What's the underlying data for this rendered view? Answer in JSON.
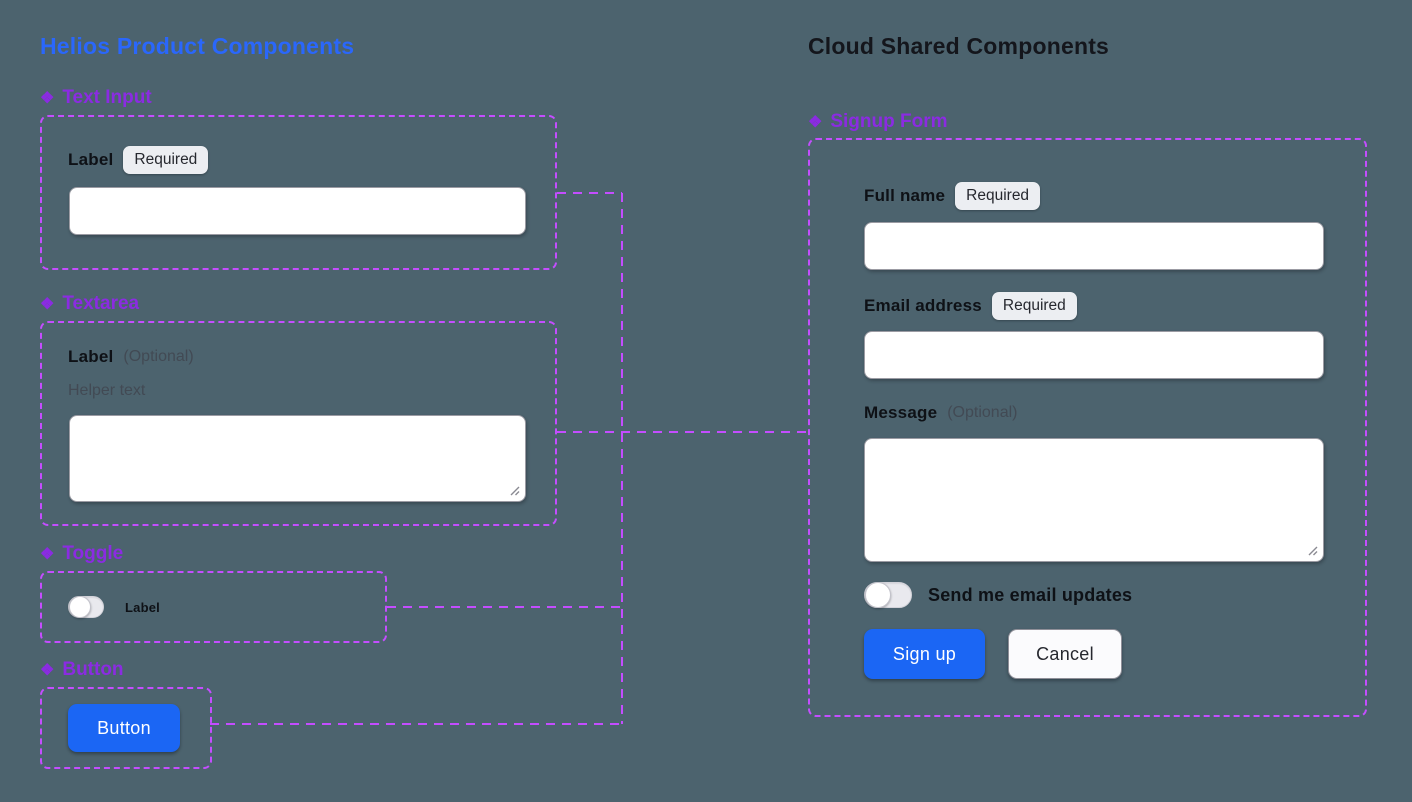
{
  "icons": {
    "component": "❖"
  },
  "colors": {
    "background": "#4c636e",
    "title_blue": "#2a67fb",
    "component_purple": "#8b2be2",
    "frame_dash_purple": "#c44dff",
    "button_blue": "#1b66f4"
  },
  "helios": {
    "title": "Helios Product Components",
    "text_input": {
      "heading": "Text Input",
      "label": "Label",
      "badge": "Required",
      "value": ""
    },
    "textarea": {
      "heading": "Textarea",
      "label": "Label",
      "optional": "(Optional)",
      "helper": "Helper text",
      "value": ""
    },
    "toggle": {
      "heading": "Toggle",
      "label": "Label",
      "state": "off"
    },
    "button": {
      "heading": "Button",
      "label": "Button"
    }
  },
  "cloud": {
    "title": "Cloud Shared Components",
    "signup": {
      "heading": "Signup Form",
      "full_name": {
        "label": "Full name",
        "badge": "Required",
        "value": ""
      },
      "email": {
        "label": "Email address",
        "badge": "Required",
        "value": ""
      },
      "message": {
        "label": "Message",
        "optional": "(Optional)",
        "value": ""
      },
      "updates_label": "Send me email updates",
      "updates_state": "off",
      "signup_button": "Sign up",
      "cancel_button": "Cancel"
    }
  }
}
